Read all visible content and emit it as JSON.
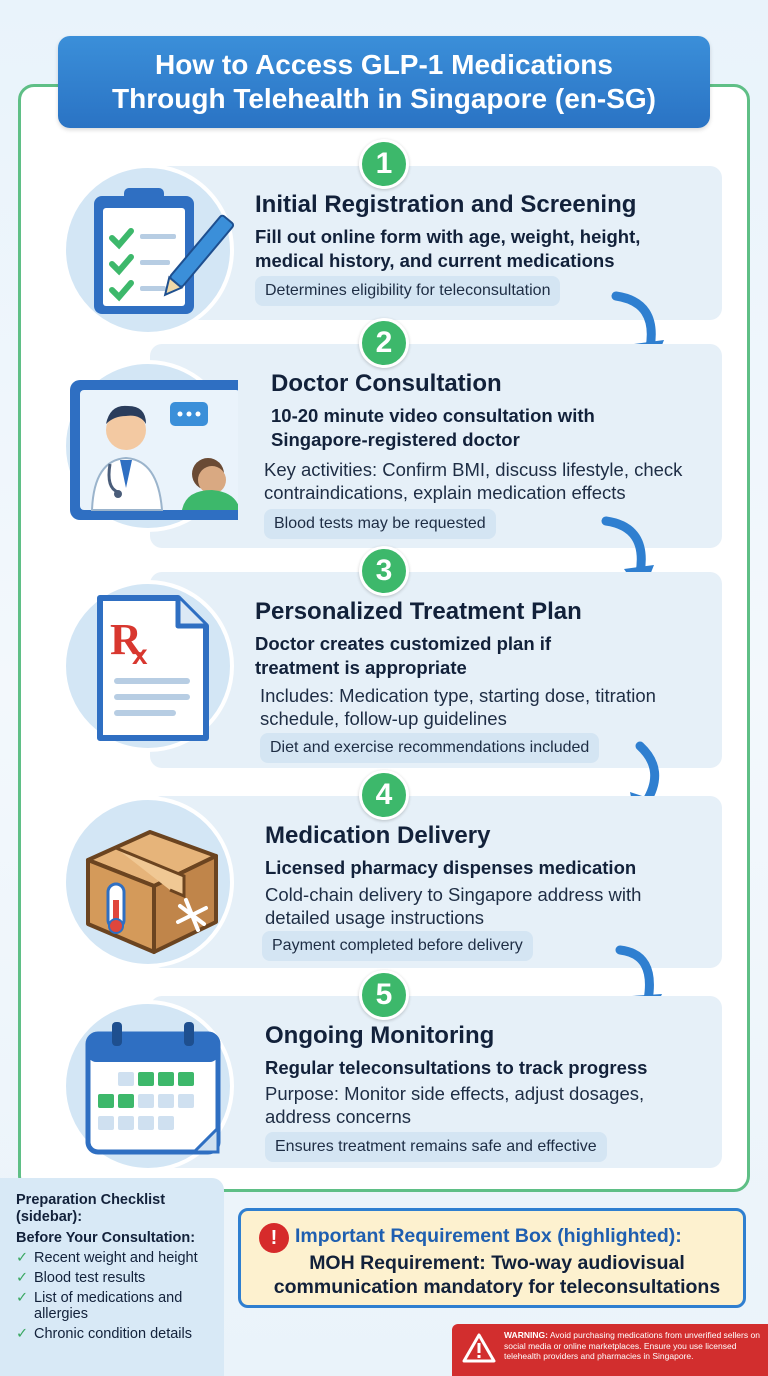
{
  "title": {
    "line1": "How to Access GLP-1 Medications",
    "line2": "Through Telehealth in Singapore (en-SG)"
  },
  "steps": [
    {
      "number": "1",
      "title": "Initial Registration and Screening",
      "subtitle": "Fill out online form with age, weight, height, medical history, and current medications",
      "detail": "",
      "note": "Determines eligibility for teleconsultation",
      "icon": "clipboard-checklist-icon"
    },
    {
      "number": "2",
      "title": "Doctor Consultation",
      "subtitle": "10-20 minute video consultation with Singapore-registered doctor",
      "detail": "Key activities: Confirm BMI, discuss lifestyle, check contraindications, explain medication effects",
      "note": "Blood tests may be requested",
      "icon": "video-call-doctor-icon"
    },
    {
      "number": "3",
      "title": "Personalized Treatment Plan",
      "subtitle": "Doctor creates customized plan if treatment is appropriate",
      "detail": "Includes: Medication type, starting dose, titration schedule, follow-up guidelines",
      "note": "Diet and exercise recommendations included",
      "icon": "prescription-document-icon"
    },
    {
      "number": "4",
      "title": "Medication Delivery",
      "subtitle": "Licensed pharmacy dispenses medication",
      "detail": "Cold-chain delivery to Singapore address with detailed usage instructions",
      "note": "Payment completed before delivery",
      "icon": "cold-chain-package-icon"
    },
    {
      "number": "5",
      "title": "Ongoing Monitoring",
      "subtitle": "Regular teleconsultations to track progress",
      "detail": "Purpose: Monitor side effects, adjust dosages, address concerns",
      "note": "Ensures treatment remains safe and effective",
      "icon": "calendar-check-icon"
    }
  ],
  "checklist": {
    "title": "Preparation Checklist (sidebar):",
    "subtitle": "Before Your Consultation:",
    "items": [
      "Recent weight and height",
      "Blood test results",
      "List of medications and allergies",
      "Chronic condition details"
    ]
  },
  "requirement": {
    "title": "Important Requirement Box (highlighted):",
    "body": "MOH Requirement: Two-way audiovisual communication mandatory for teleconsultations"
  },
  "warning": {
    "label": "WARNING:",
    "text": "Avoid purchasing medications from unverified sellers on social media or online marketplaces. Ensure you use licensed telehealth providers and pharmacies in Singapore."
  },
  "colors": {
    "title_blue": "#2a73c4",
    "step_green": "#3db86b",
    "card_bg": "#e6f0f8",
    "warning_red": "#d22e2e",
    "requirement_bg": "#fdf1cf"
  }
}
